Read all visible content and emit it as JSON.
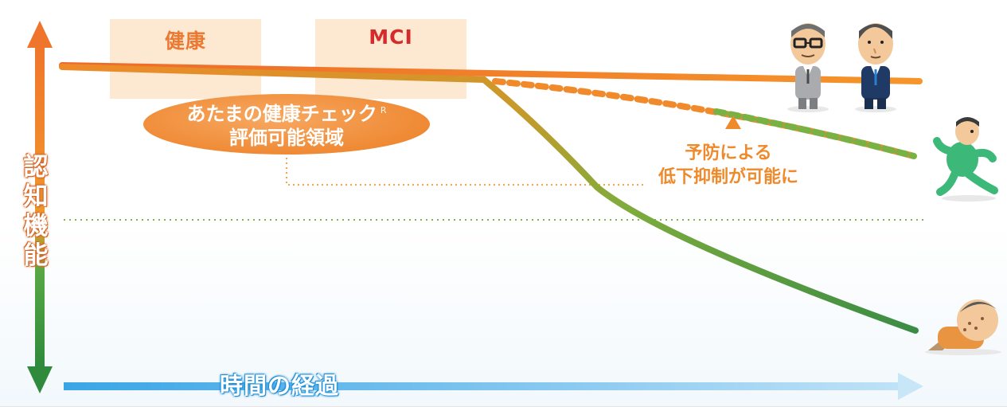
{
  "axes": {
    "y_label_chars": [
      "認",
      "知",
      "機",
      "能"
    ],
    "x_label": "時間の経過"
  },
  "stages": [
    {
      "label": "健康",
      "color": "#ea7a33"
    },
    {
      "label": "MCI",
      "color": "#d62b2b"
    }
  ],
  "oval": {
    "line1": "あたまの健康チェック",
    "mark": "R",
    "line2": "評価可能領域"
  },
  "annotation": {
    "line1": "予防による",
    "line2": "低下抑制が可能に"
  },
  "colors": {
    "orange": "#f07f2a",
    "green": "#3e9c45",
    "dashed_green": "#7ab648",
    "x_arrow": "#5bb6ea",
    "annotation": "#ef8a2c"
  },
  "figures": [
    {
      "name": "healthy-elderly-man-glasses",
      "state": "healthy"
    },
    {
      "name": "healthy-elderly-man",
      "state": "healthy"
    },
    {
      "name": "walking-man",
      "state": "prevention"
    },
    {
      "name": "lying-man",
      "state": "decline"
    }
  ]
}
